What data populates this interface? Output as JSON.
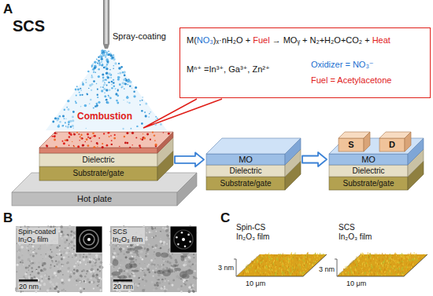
{
  "diagram": {
    "nodes": [
      {
        "text": [
          "M(NO₃)ₓ·nH₂O + Fuel → MOᵧ + N₂+H₂O+CO₂ + Heat",
          "Mⁿ⁺ =In³⁺, Ga³⁺, Zn²⁺",
          "Oxidizer = NO₃⁻",
          "Fuel = Acetylacetone"
        ]
      },
      {
        "text": [
          "Dielectric"
        ]
      },
      {
        "text": [
          "Substrate/gate"
        ]
      },
      {
        "text": [
          "Hot plate"
        ]
      },
      {
        "text": [
          "MO"
        ]
      },
      {
        "text": [
          "Dielectric"
        ]
      },
      {
        "text": [
          "Substrate/gate"
        ]
      },
      {
        "text": [
          "S"
        ]
      },
      {
        "text": [
          "D"
        ]
      },
      {
        "text": [
          "MO"
        ]
      },
      {
        "text": [
          "Dielectric"
        ]
      },
      {
        "text": [
          "Substrate/gate"
        ]
      },
      {
        "text": [
          "Spin-coated In₂O₃ film",
          "20 nm"
        ]
      },
      {
        "text": [
          "SCS In₂O₃ film",
          "20 nm"
        ]
      }
    ],
    "edges": [
      {
        "from": 1,
        "to": 4,
        "arrow": "to"
      },
      {
        "from": 4,
        "to": 9,
        "arrow": "to"
      }
    ],
    "labels": [
      "A",
      "SCS",
      "Spray-coating",
      "Combustion",
      "B",
      "C",
      "Spin-CS In₂O₃ film",
      "3 nm",
      "10 μm",
      "SCS In₂O₃ film",
      "3 nm",
      "10 μm"
    ]
  }
}
